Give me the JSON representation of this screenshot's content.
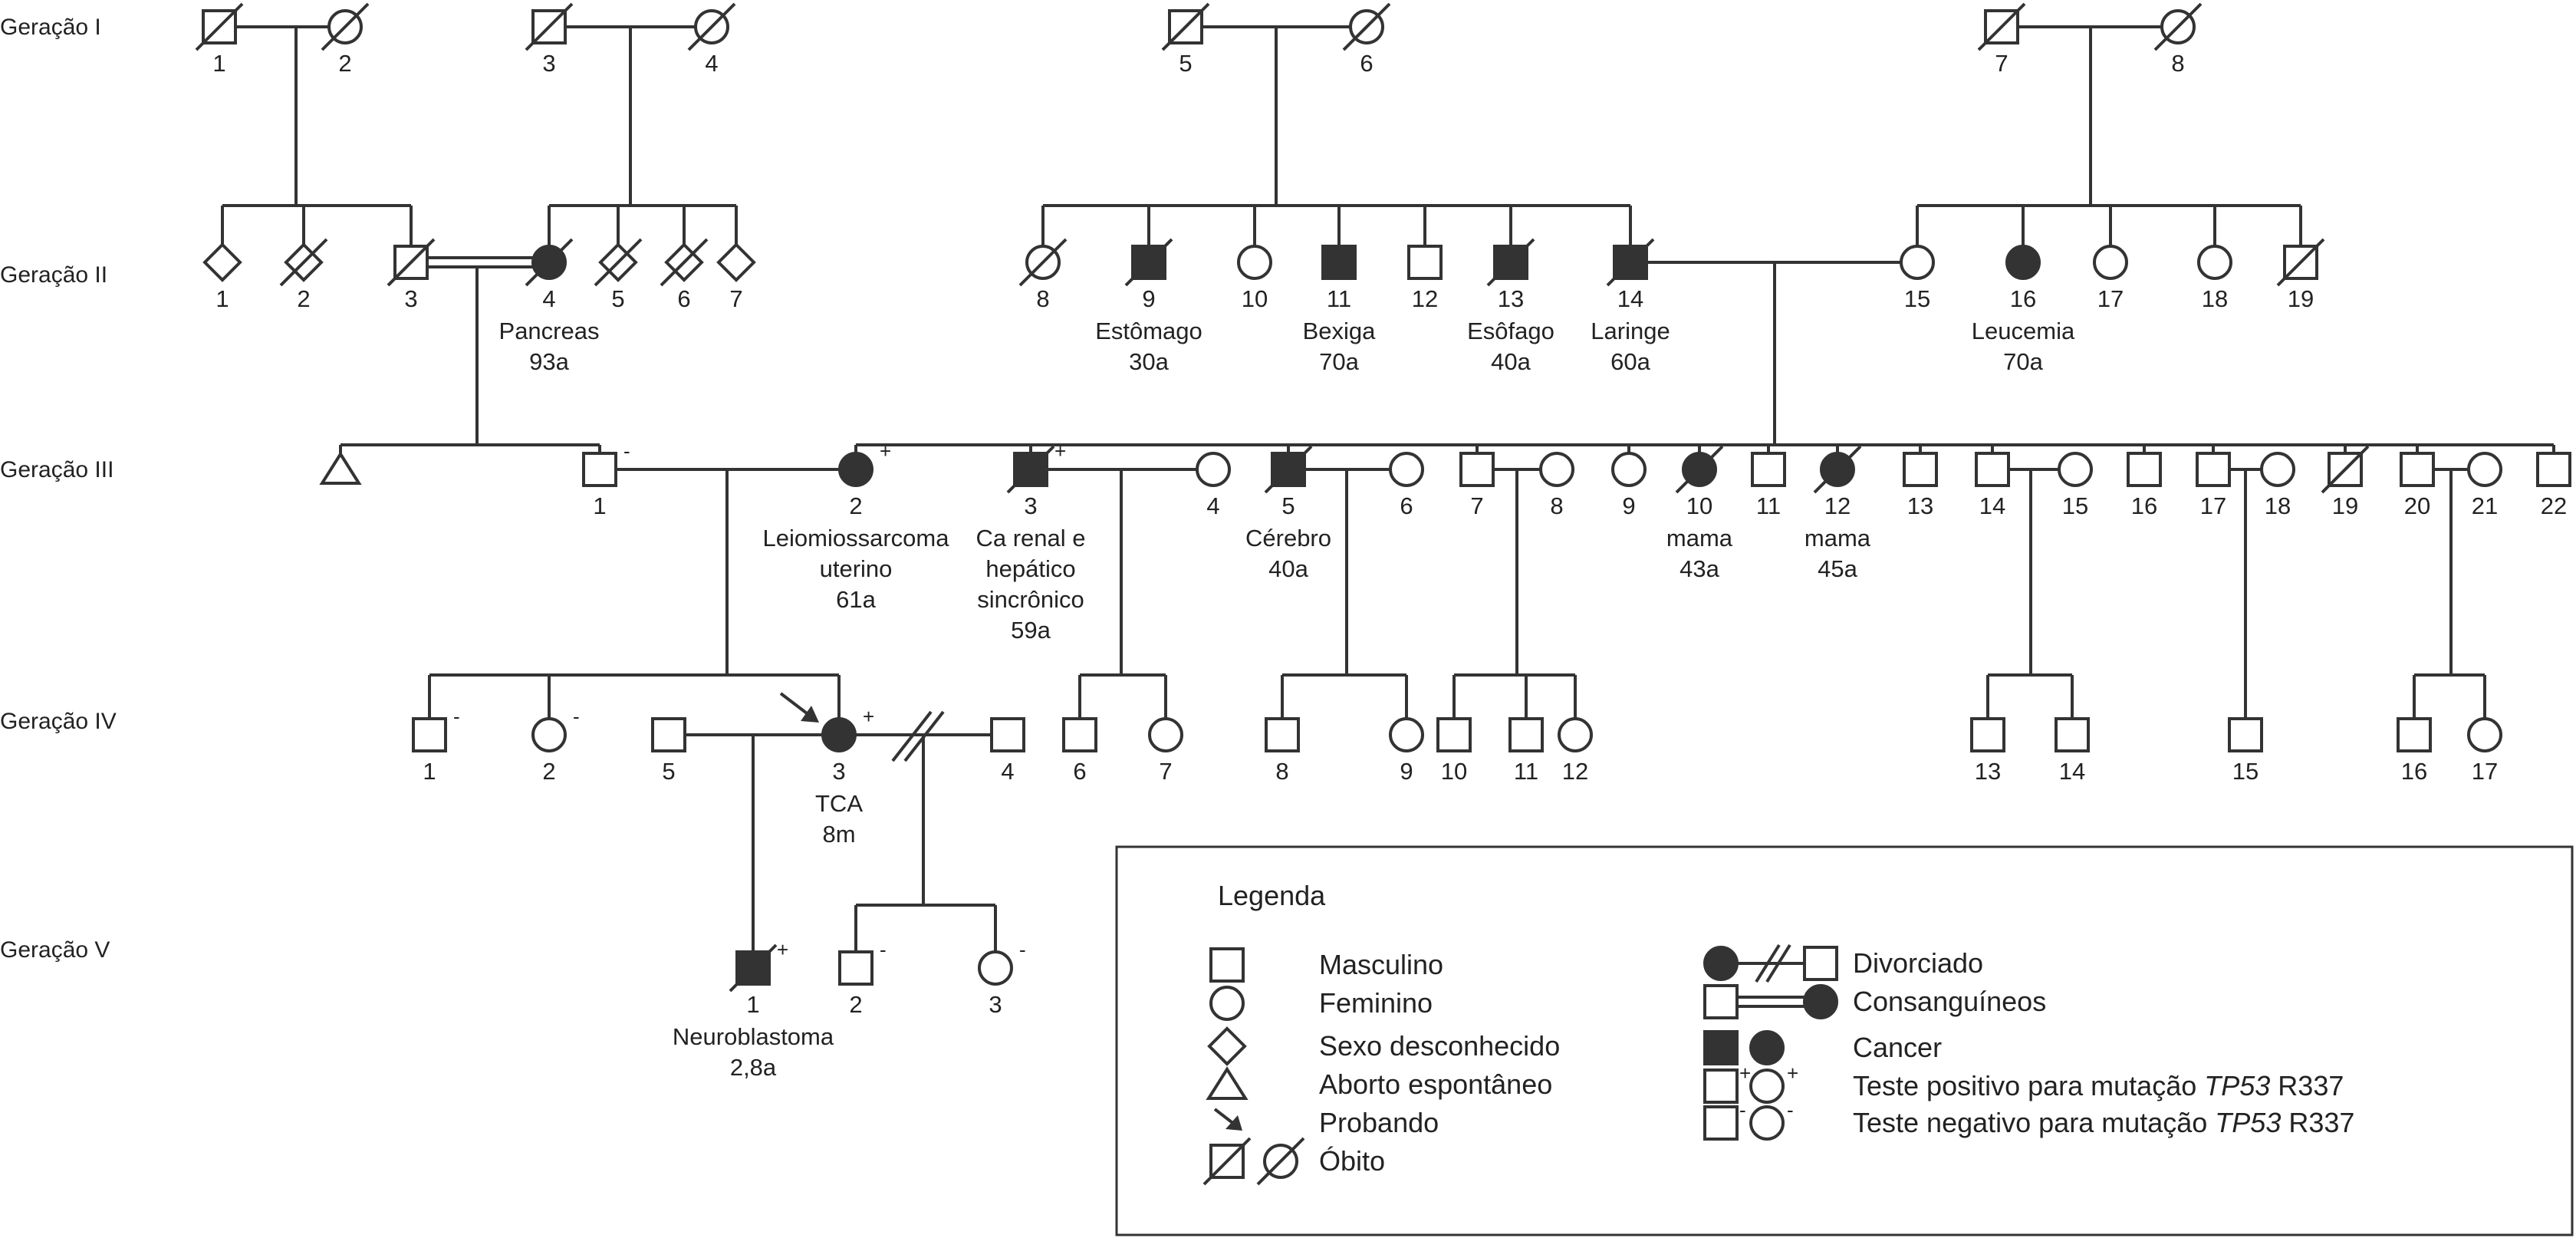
{
  "generations": [
    "Geração I",
    "Geração II",
    "Geração III",
    "Geração IV",
    "Geração V"
  ],
  "individuals": [
    {
      "id": "I1",
      "sex": "m",
      "label": "1",
      "deceased": true
    },
    {
      "id": "I2",
      "sex": "f",
      "label": "2",
      "deceased": true
    },
    {
      "id": "I3",
      "sex": "m",
      "label": "3",
      "deceased": true
    },
    {
      "id": "I4",
      "sex": "f",
      "label": "4",
      "deceased": true
    },
    {
      "id": "I5",
      "sex": "m",
      "label": "5",
      "deceased": true
    },
    {
      "id": "I6",
      "sex": "f",
      "label": "6",
      "deceased": true
    },
    {
      "id": "I7",
      "sex": "m",
      "label": "7",
      "deceased": true
    },
    {
      "id": "I8",
      "sex": "f",
      "label": "8",
      "deceased": true
    },
    {
      "id": "II1",
      "sex": "u",
      "label": "1"
    },
    {
      "id": "II2",
      "sex": "u",
      "label": "2",
      "deceased": true
    },
    {
      "id": "II3",
      "sex": "m",
      "label": "3",
      "deceased": true
    },
    {
      "id": "II4",
      "sex": "f",
      "label": "4",
      "affected": true,
      "deceased": true,
      "notes": [
        "Pancreas",
        "93a"
      ]
    },
    {
      "id": "II5",
      "sex": "u",
      "label": "5",
      "deceased": true
    },
    {
      "id": "II6",
      "sex": "u",
      "label": "6",
      "deceased": true
    },
    {
      "id": "II7",
      "sex": "u",
      "label": "7"
    },
    {
      "id": "II8",
      "sex": "f",
      "label": "8",
      "deceased": true
    },
    {
      "id": "II9",
      "sex": "m",
      "label": "9",
      "affected": true,
      "deceased": true,
      "notes": [
        "Estômago",
        "30a"
      ]
    },
    {
      "id": "II10",
      "sex": "f",
      "label": "10"
    },
    {
      "id": "II11",
      "sex": "m",
      "label": "11",
      "affected": true,
      "notes": [
        "Bexiga",
        "70a"
      ]
    },
    {
      "id": "II12",
      "sex": "m",
      "label": "12"
    },
    {
      "id": "II13",
      "sex": "m",
      "label": "13",
      "affected": true,
      "deceased": true,
      "notes": [
        "Esôfago",
        "40a"
      ]
    },
    {
      "id": "II14",
      "sex": "m",
      "label": "14",
      "affected": true,
      "deceased": true,
      "notes": [
        "Laringe",
        "60a"
      ]
    },
    {
      "id": "II15",
      "sex": "f",
      "label": "15"
    },
    {
      "id": "II16",
      "sex": "f",
      "label": "16",
      "affected": true,
      "notes": [
        "Leucemia",
        "70a"
      ]
    },
    {
      "id": "II17",
      "sex": "f",
      "label": "17"
    },
    {
      "id": "II18",
      "sex": "f",
      "label": "18"
    },
    {
      "id": "II19",
      "sex": "m",
      "label": "19",
      "deceased": true
    },
    {
      "id": "IIIa",
      "sex": "a",
      "label": ""
    },
    {
      "id": "III1",
      "sex": "m",
      "label": "1",
      "test": "-"
    },
    {
      "id": "III2",
      "sex": "f",
      "label": "2",
      "affected": true,
      "test": "+",
      "notes": [
        "Leiomiossarcoma",
        "uterino",
        "61a"
      ]
    },
    {
      "id": "III3",
      "sex": "m",
      "label": "3",
      "affected": true,
      "deceased": true,
      "test": "+",
      "notes": [
        "Ca renal e",
        "hepático",
        "sincrônico",
        "59a"
      ]
    },
    {
      "id": "III4",
      "sex": "f",
      "label": "4"
    },
    {
      "id": "III5",
      "sex": "m",
      "label": "5",
      "affected": true,
      "deceased": true,
      "notes": [
        "Cérebro",
        "40a"
      ]
    },
    {
      "id": "III6",
      "sex": "f",
      "label": "6"
    },
    {
      "id": "III7",
      "sex": "m",
      "label": "7"
    },
    {
      "id": "III8",
      "sex": "f",
      "label": "8"
    },
    {
      "id": "III9",
      "sex": "f",
      "label": "9"
    },
    {
      "id": "III10",
      "sex": "f",
      "label": "10",
      "affected": true,
      "deceased": true,
      "notes": [
        "mama",
        "43a"
      ]
    },
    {
      "id": "III11",
      "sex": "m",
      "label": "11"
    },
    {
      "id": "III12",
      "sex": "f",
      "label": "12",
      "affected": true,
      "deceased": true,
      "notes": [
        "mama",
        "45a"
      ]
    },
    {
      "id": "III13",
      "sex": "m",
      "label": "13"
    },
    {
      "id": "III14",
      "sex": "m",
      "label": "14"
    },
    {
      "id": "III15",
      "sex": "f",
      "label": "15"
    },
    {
      "id": "III16",
      "sex": "m",
      "label": "16"
    },
    {
      "id": "III17",
      "sex": "m",
      "label": "17"
    },
    {
      "id": "III18",
      "sex": "f",
      "label": "18"
    },
    {
      "id": "III19",
      "sex": "m",
      "label": "19",
      "deceased": true
    },
    {
      "id": "III20",
      "sex": "m",
      "label": "20"
    },
    {
      "id": "III21",
      "sex": "f",
      "label": "21"
    },
    {
      "id": "III22",
      "sex": "m",
      "label": "22"
    },
    {
      "id": "IV1",
      "sex": "m",
      "label": "1",
      "test": "-"
    },
    {
      "id": "IV2",
      "sex": "f",
      "label": "2",
      "test": "-"
    },
    {
      "id": "IV5",
      "sex": "m",
      "label": "5"
    },
    {
      "id": "IV3",
      "sex": "f",
      "label": "3",
      "affected": true,
      "test": "+",
      "proband": true,
      "notes": [
        "TCA",
        "8m"
      ]
    },
    {
      "id": "IV4",
      "sex": "m",
      "label": "4"
    },
    {
      "id": "IV6",
      "sex": "m",
      "label": "6"
    },
    {
      "id": "IV7",
      "sex": "f",
      "label": "7"
    },
    {
      "id": "IV8",
      "sex": "m",
      "label": "8"
    },
    {
      "id": "IV9",
      "sex": "f",
      "label": "9"
    },
    {
      "id": "IV10",
      "sex": "m",
      "label": "10"
    },
    {
      "id": "IV11",
      "sex": "m",
      "label": "11"
    },
    {
      "id": "IV12",
      "sex": "f",
      "label": "12"
    },
    {
      "id": "IV13",
      "sex": "m",
      "label": "13"
    },
    {
      "id": "IV14",
      "sex": "m",
      "label": "14"
    },
    {
      "id": "IV15",
      "sex": "m",
      "label": "15"
    },
    {
      "id": "IV16",
      "sex": "m",
      "label": "16"
    },
    {
      "id": "IV17",
      "sex": "f",
      "label": "17"
    },
    {
      "id": "V1",
      "sex": "m",
      "label": "1",
      "affected": true,
      "deceased": true,
      "test": "+",
      "notes": [
        "Neuroblastoma",
        "2,8a"
      ]
    },
    {
      "id": "V2",
      "sex": "m",
      "label": "2",
      "test": "-"
    },
    {
      "id": "V3",
      "sex": "f",
      "label": "3",
      "test": "-"
    }
  ],
  "legend": {
    "title": "Legenda",
    "items": [
      {
        "key": "male",
        "text": "Masculino"
      },
      {
        "key": "female",
        "text": "Feminino"
      },
      {
        "key": "unknown",
        "text": "Sexo desconhecido"
      },
      {
        "key": "abortion",
        "text": "Aborto espontâneo"
      },
      {
        "key": "proband",
        "text": "Probando"
      },
      {
        "key": "deceased",
        "text": "Óbito"
      },
      {
        "key": "divorced",
        "text": "Divorciado"
      },
      {
        "key": "consanguineous",
        "text": "Consanguíneos"
      },
      {
        "key": "cancer",
        "text": "Cancer"
      },
      {
        "key": "test_pos",
        "text": "Teste positivo para mutação ",
        "gene": "TP53",
        "variant": " R337"
      },
      {
        "key": "test_neg",
        "text": "Teste negativo para mutação ",
        "gene": "TP53",
        "variant": " R337"
      }
    ],
    "test_marks": {
      "positive": "+",
      "negative": "-"
    }
  }
}
